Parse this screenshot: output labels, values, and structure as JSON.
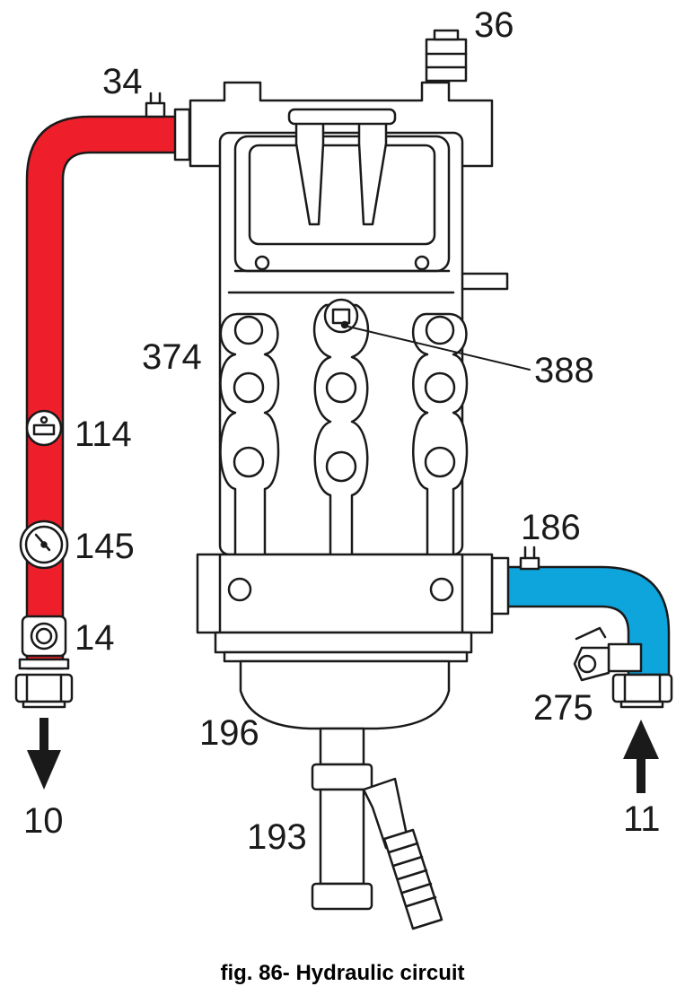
{
  "labels": {
    "l34": "34",
    "l36": "36",
    "l374": "374",
    "l388": "388",
    "l114": "114",
    "l145": "145",
    "l14": "14",
    "l186": "186",
    "l275": "275",
    "l196": "196",
    "l193": "193",
    "l10": "10",
    "l11": "11"
  },
  "caption": "fig. 86- Hydraulic circuit",
  "colors": {
    "hot_pipe": "#ee1f2b",
    "cold_pipe": "#0ea5dd",
    "line": "#1a1a1a"
  }
}
